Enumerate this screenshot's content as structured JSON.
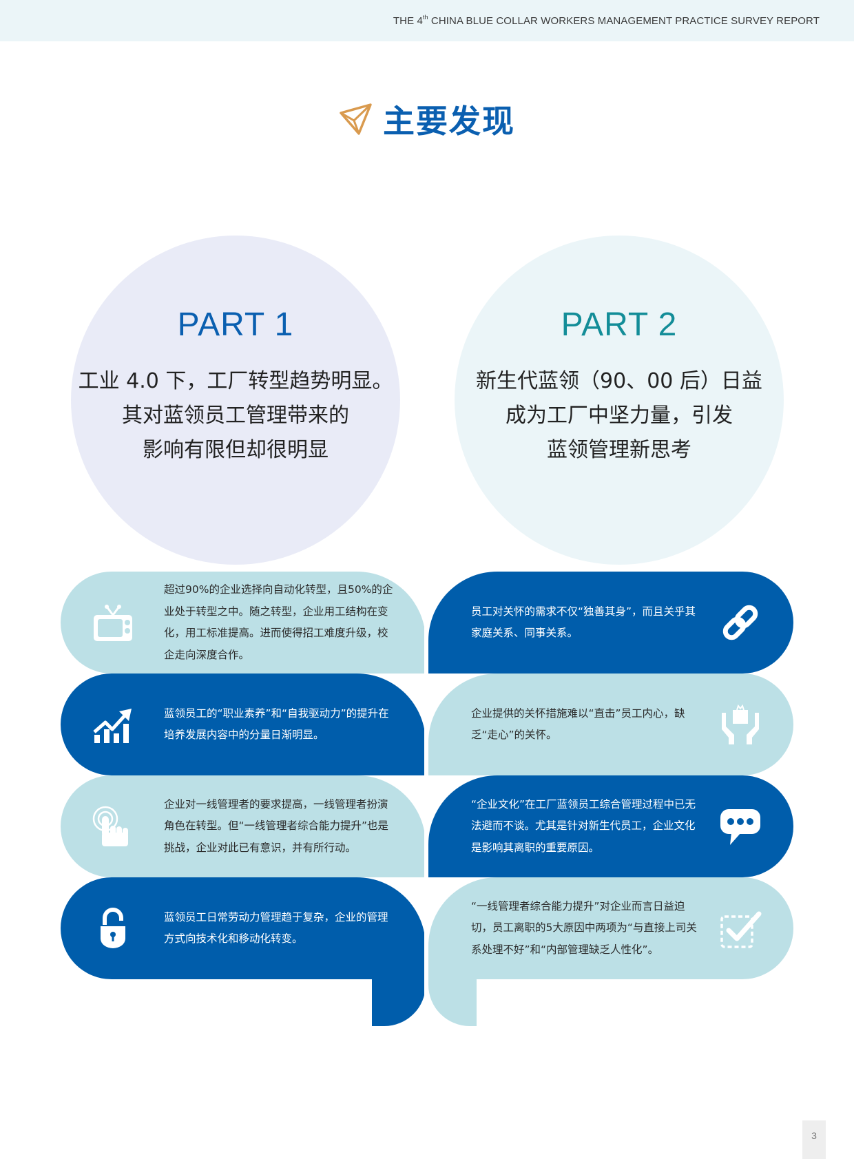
{
  "header": {
    "prefix": "THE 4",
    "superscript": "th",
    "suffix": " CHINA BLUE COLLAR WORKERS MANAGEMENT PRACTICE SURVEY REPORT"
  },
  "title": {
    "icon": "paper-plane-icon",
    "text": "主要发现"
  },
  "parts": [
    {
      "label": "PART 1",
      "lines": [
        "工业 4.0 下，工厂转型趋势明显。",
        "其对蓝领员工管理带来的",
        "影响有限但却很明显"
      ]
    },
    {
      "label": "PART 2",
      "lines": [
        "新生代蓝领（90、00 后）日益",
        "成为工厂中坚力量，引发",
        "蓝领管理新思考"
      ]
    }
  ],
  "left_cards": [
    {
      "icon": "tv-icon",
      "theme": "light",
      "text": "超过90%的企业选择向自动化转型，且50%的企业处于转型之中。随之转型，企业用工结构在变化，用工标准提高。进而使得招工难度升级，校企走向深度合作。"
    },
    {
      "icon": "growth-chart-icon",
      "theme": "dark",
      "text": "蓝领员工的“职业素养”和“自我驱动力”的提升在培养发展内容中的分量日渐明显。"
    },
    {
      "icon": "touch-hand-icon",
      "theme": "light",
      "text": "企业对一线管理者的要求提高，一线管理者扮演角色在转型。但“一线管理者综合能力提升”也是挑战，企业对此已有意识，并有所行动。"
    },
    {
      "icon": "unlock-icon",
      "theme": "dark",
      "text": "蓝领员工日常劳动力管理趋于复杂，企业的管理方式向技术化和移动化转变。"
    }
  ],
  "right_cards": [
    {
      "icon": "link-icon",
      "theme": "dark",
      "text": "员工对关怀的需求不仅“独善其身”，而且关乎其家庭关系、同事关系。"
    },
    {
      "icon": "hands-gift-icon",
      "theme": "light",
      "text": "企业提供的关怀措施难以“直击”员工内心，缺乏“走心”的关怀。"
    },
    {
      "icon": "chat-bubble-icon",
      "theme": "dark",
      "text": "“企业文化”在工厂蓝领员工综合管理过程中已无法避而不谈。尤其是针对新生代员工，企业文化是影响其离职的重要原因。"
    },
    {
      "icon": "checkbox-icon",
      "theme": "light",
      "text": "“一线管理者综合能力提升”对企业而言日益迫切，员工离职的5大原因中两项为“与直接上司关系处理不好”和“内部管理缺乏人性化”。"
    }
  ],
  "colors": {
    "brand_blue": "#005dab",
    "title_blue": "#0a5fb0",
    "light_card": "#bce0e6",
    "part2_teal": "#138d98",
    "accent_orange": "#d99a4e"
  },
  "page_number": "3"
}
